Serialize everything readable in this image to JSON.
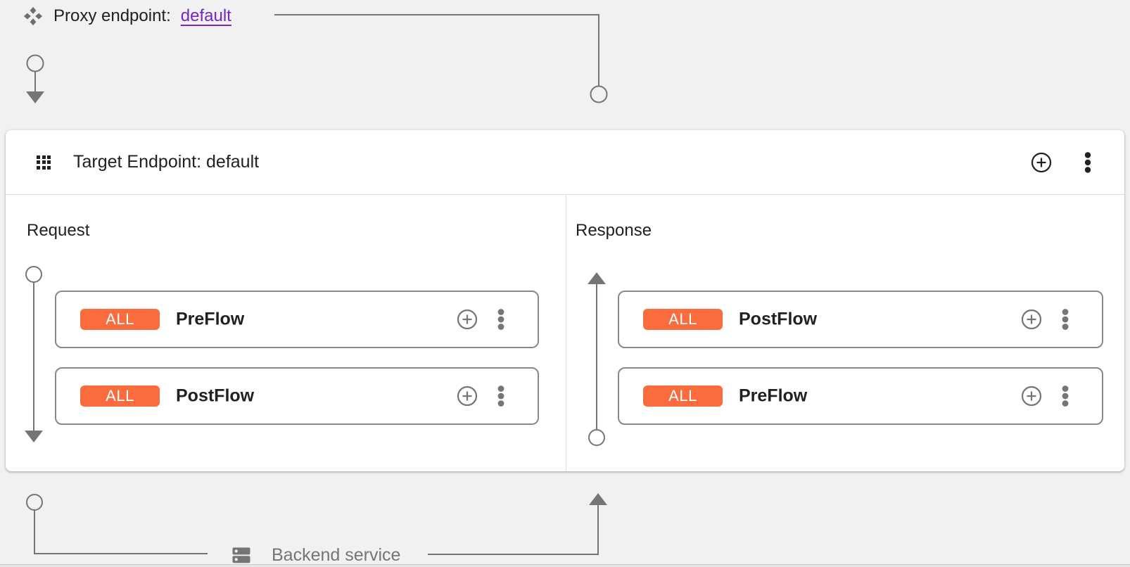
{
  "proxy": {
    "label": "Proxy endpoint:",
    "link_text": "default"
  },
  "target": {
    "title": "Target Endpoint: default"
  },
  "request": {
    "title": "Request",
    "flows": [
      {
        "badge": "ALL",
        "name": "PreFlow"
      },
      {
        "badge": "ALL",
        "name": "PostFlow"
      }
    ]
  },
  "response": {
    "title": "Response",
    "flows": [
      {
        "badge": "ALL",
        "name": "PostFlow"
      },
      {
        "badge": "ALL",
        "name": "PreFlow"
      }
    ]
  },
  "backend": {
    "label": "Backend service"
  },
  "icons": {
    "proxy_endpoint": "proxy-endpoint-icon",
    "target_grid": "grid-icon",
    "add": "plus-circle-icon",
    "menu": "three-dot-menu-icon",
    "backend": "server-dns-icon"
  },
  "colors": {
    "badge_bg": "#fa6c3e",
    "link": "#7627bb",
    "connector": "#757575",
    "canvas_bg": "#f1f1f1"
  }
}
